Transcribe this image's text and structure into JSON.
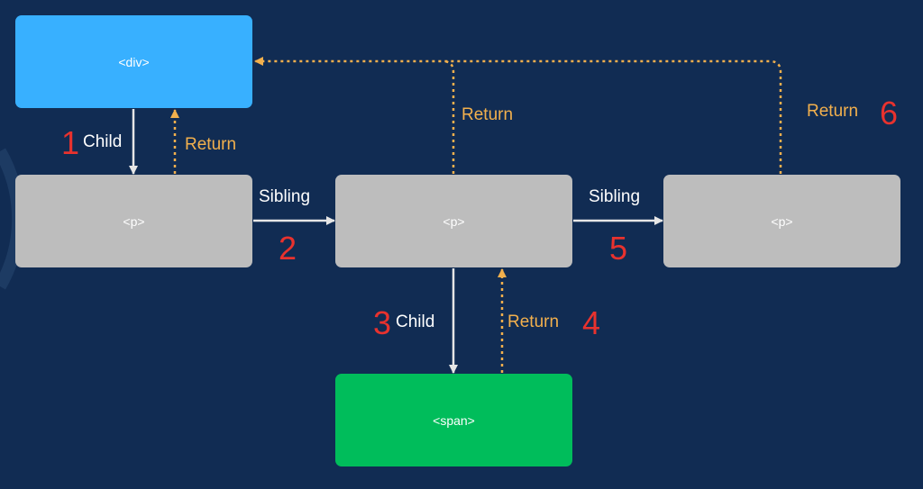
{
  "nodes": {
    "div": "<div>",
    "p1": "<p>",
    "p2": "<p>",
    "p3": "<p>",
    "span": "<span>"
  },
  "labels": {
    "child1": "Child",
    "return_p1_div": "Return",
    "sibling_p1_p2": "Sibling",
    "return_p2_div": "Return",
    "sibling_p2_p3": "Sibling",
    "return_p3_div": "Return",
    "child2": "Child",
    "return_span_p2": "Return"
  },
  "step_numbers": {
    "n1": "1",
    "n2": "2",
    "n3": "3",
    "n4": "4",
    "n5": "5",
    "n6": "6"
  },
  "colors": {
    "background": "#112c53",
    "div_node": "#38b0ff",
    "p_node": "#bdbdbd",
    "span_node": "#00bd5b",
    "solid_arrow": "#e6e6e6",
    "return_arrow": "#f2b04d",
    "step_number": "#e8322e"
  }
}
